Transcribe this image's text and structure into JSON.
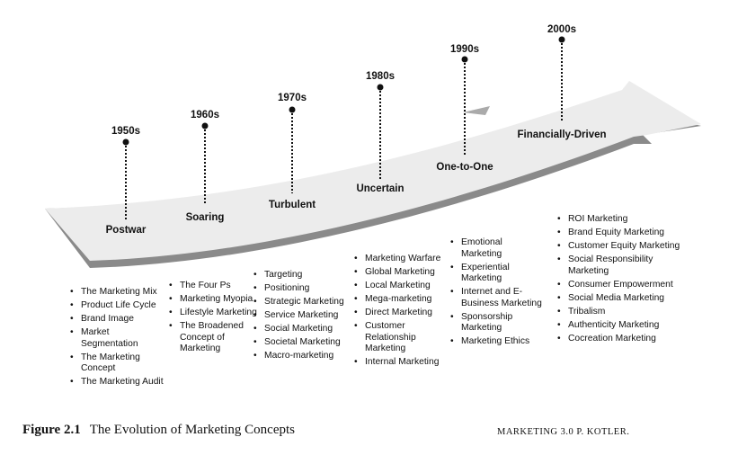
{
  "eras": [
    {
      "decade": "1950s",
      "name": "Postwar",
      "concepts": [
        "The Marketing Mix",
        "Product Life Cycle",
        "Brand Image",
        "Market Segmentation",
        "The Marketing Concept",
        "The Marketing Audit"
      ]
    },
    {
      "decade": "1960s",
      "name": "Soaring",
      "concepts": [
        "The Four Ps",
        "Marketing Myopia",
        "Lifestyle Marketing",
        "The Broadened Concept of Marketing"
      ]
    },
    {
      "decade": "1970s",
      "name": "Turbulent",
      "concepts": [
        "Targeting",
        "Positioning",
        "Strategic Marketing",
        "Service Marketing",
        "Social Marketing",
        "Societal Marketing",
        "Macro-marketing"
      ]
    },
    {
      "decade": "1980s",
      "name": "Uncertain",
      "concepts": [
        "Marketing Warfare",
        "Global Marketing",
        "Local Marketing",
        "Mega-marketing",
        "Direct Marketing",
        "Customer Relationship Marketing",
        "Internal Marketing"
      ]
    },
    {
      "decade": "1990s",
      "name": "One-to-One",
      "concepts": [
        "Emotional Marketing",
        "Experiential Marketing",
        "Internet and E-Business Marketing",
        "Sponsorship Marketing",
        "Marketing Ethics"
      ]
    },
    {
      "decade": "2000s",
      "name": "Financially-Driven",
      "concepts": [
        "ROI Marketing",
        "Brand Equity Marketing",
        "Customer Equity Marketing",
        "Social Responsibility Marketing",
        "Consumer Empowerment",
        "Social Media Marketing",
        "Tribalism",
        "Authenticity Marketing",
        "Cocreation Marketing"
      ]
    }
  ],
  "caption": {
    "figure": "Figure 2.1",
    "title": "The Evolution of Marketing Concepts",
    "source": "MARKETING 3.0 P. KOTLER."
  }
}
